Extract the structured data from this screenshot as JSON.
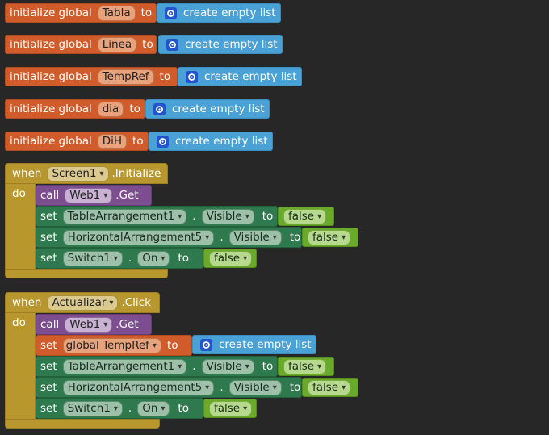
{
  "globals": [
    {
      "kw": "initialize global",
      "name": "Tabla",
      "to": "to",
      "value": "create empty list"
    },
    {
      "kw": "initialize global",
      "name": "Linea",
      "to": "to",
      "value": "create empty list"
    },
    {
      "kw": "initialize global",
      "name": "TempRef",
      "to": "to",
      "value": "create empty list"
    },
    {
      "kw": "initialize global",
      "name": "dia",
      "to": "to",
      "value": "create empty list"
    },
    {
      "kw": "initialize global",
      "name": "DiH",
      "to": "to",
      "value": "create empty list"
    }
  ],
  "event1": {
    "when": "when",
    "component": "Screen1",
    "event": ".Initialize",
    "do": "do",
    "call": {
      "kw": "call",
      "component": "Web1",
      "method": ".Get"
    },
    "sets": [
      {
        "kw": "set",
        "component": "TableArrangement1",
        "dot": ".",
        "prop": "Visible",
        "to": "to",
        "value": "false"
      },
      {
        "kw": "set",
        "component": "HorizontalArrangement5",
        "dot": ".",
        "prop": "Visible",
        "to": "to",
        "value": "false"
      },
      {
        "kw": "set",
        "component": "Switch1",
        "dot": ".",
        "prop": "On",
        "to": "to",
        "value": "false"
      }
    ]
  },
  "event2": {
    "when": "when",
    "component": "Actualizar",
    "event": ".Click",
    "do": "do",
    "call": {
      "kw": "call",
      "component": "Web1",
      "method": ".Get"
    },
    "setglobal": {
      "kw": "set",
      "name": "global TempRef",
      "to": "to",
      "value": "create empty list"
    },
    "sets": [
      {
        "kw": "set",
        "component": "TableArrangement1",
        "dot": ".",
        "prop": "Visible",
        "to": "to",
        "value": "false"
      },
      {
        "kw": "set",
        "component": "HorizontalArrangement5",
        "dot": ".",
        "prop": "Visible",
        "to": "to",
        "value": "false"
      },
      {
        "kw": "set",
        "component": "Switch1",
        "dot": ".",
        "prop": "On",
        "to": "to",
        "value": "false"
      }
    ]
  },
  "colors": {
    "workspace": "#272727",
    "variables": "#d05b2b",
    "lists": "#4aa1d6",
    "control": "#b8982e",
    "procedures": "#7c4e8f",
    "components": "#2e7a4e",
    "logic": "#6aaa2a"
  }
}
